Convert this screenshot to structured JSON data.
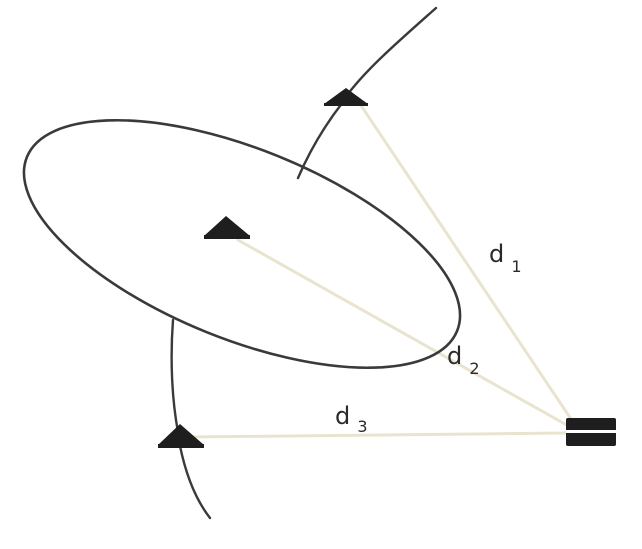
{
  "labels": {
    "d1": {
      "main": "d",
      "sub": "1"
    },
    "d2": {
      "main": "d",
      "sub": "2"
    },
    "d3": {
      "main": "d",
      "sub": "3"
    }
  },
  "colors": {
    "outline": "#3a3a3a",
    "distance_line": "#e9e4cf",
    "marker": "#1e1e1e",
    "background": "#ffffff"
  },
  "icons": {
    "station_marker": "triangle-icon",
    "receiver_marker": "rectangle-icon"
  }
}
